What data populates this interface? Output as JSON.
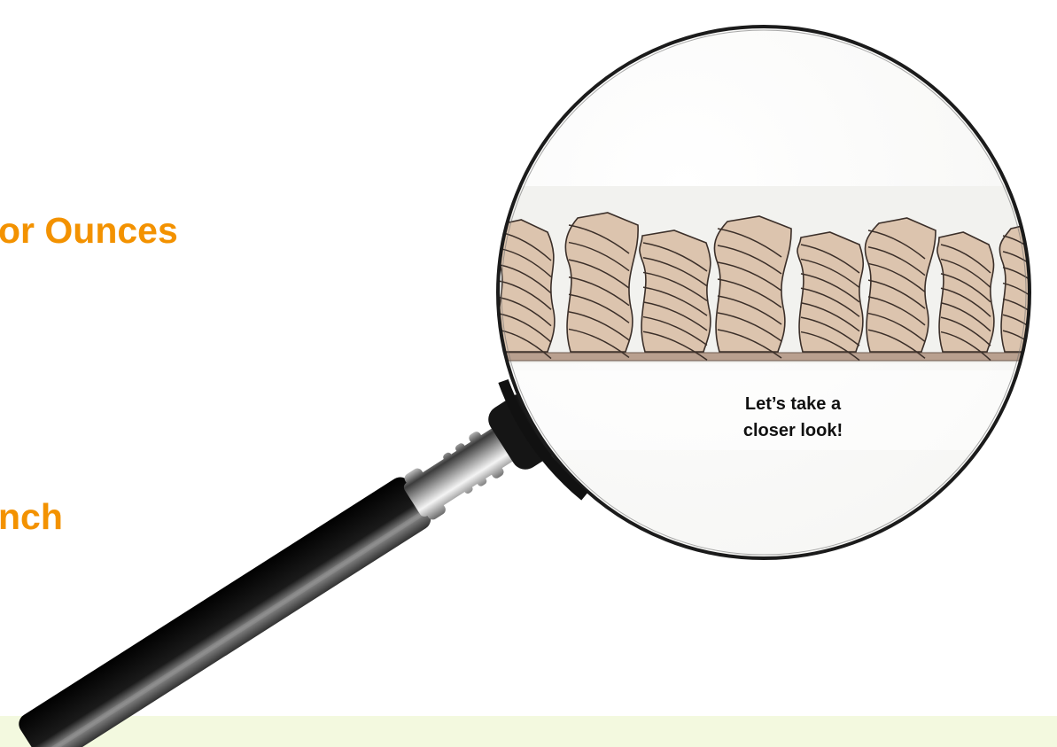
{
  "headings": {
    "line1": "or Ounces",
    "line2": "nch"
  },
  "callout": {
    "line1": "Let’s take a",
    "line2": "closer look!"
  },
  "colors": {
    "heading": "#f39200",
    "bottom_band": "#f3f9df",
    "fiber_fill": "#dcc4ae",
    "fiber_stroke": "#3b2f29",
    "backing": "#b9a08f",
    "lens_rim": "#1b1b1b",
    "handle": "#0d0d0d",
    "chrome": "#d9d9d9"
  },
  "icons": {
    "magnifier": "magnifying-glass-icon",
    "fibers": "twisted-carpet-fiber-icon"
  }
}
